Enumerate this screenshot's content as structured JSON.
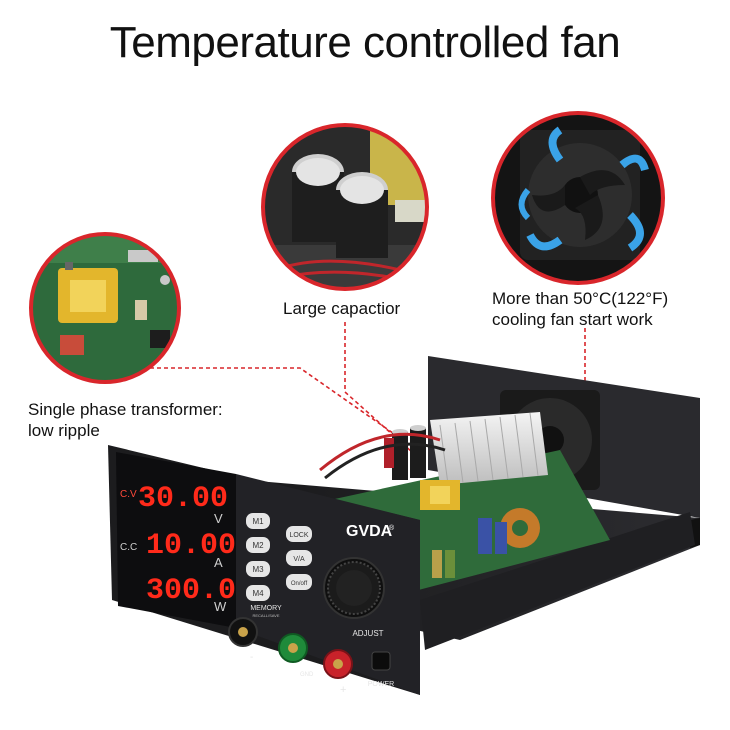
{
  "title": "Temperature controlled fan",
  "callouts": {
    "transformer": {
      "line1": "Single phase transformer:",
      "line2": "low ripple"
    },
    "capacitor": {
      "label": "Large capactior"
    },
    "fan": {
      "line1": "More than 50°C(122°F)",
      "line2": "cooling fan start work"
    }
  },
  "device": {
    "brand": "GVDA",
    "readouts": [
      {
        "indicator": "C.V",
        "value": "30.00",
        "unit": "V"
      },
      {
        "indicator": "C.C",
        "value": "10.00",
        "unit": "A"
      },
      {
        "indicator": "",
        "value": "300.0",
        "unit": "W"
      }
    ],
    "memory_buttons": [
      "M1",
      "M2",
      "M3",
      "M4"
    ],
    "function_buttons": [
      "LOCK",
      "V/A",
      "On/off"
    ],
    "memory_label": "MEMORY",
    "memory_sublabel": "RECALL/SAVE",
    "adjust_label": "ADJUST",
    "power_label": "POWER",
    "gnd_label": "GND",
    "minus_label": "-",
    "plus_label": "+"
  },
  "colors": {
    "callout_ring": "#d9262b",
    "segment_red": "#ff2a1a",
    "panel": "#1c1c1e",
    "fan_arrow": "#3aa3e8",
    "pcb_green": "#2f6b3a"
  }
}
